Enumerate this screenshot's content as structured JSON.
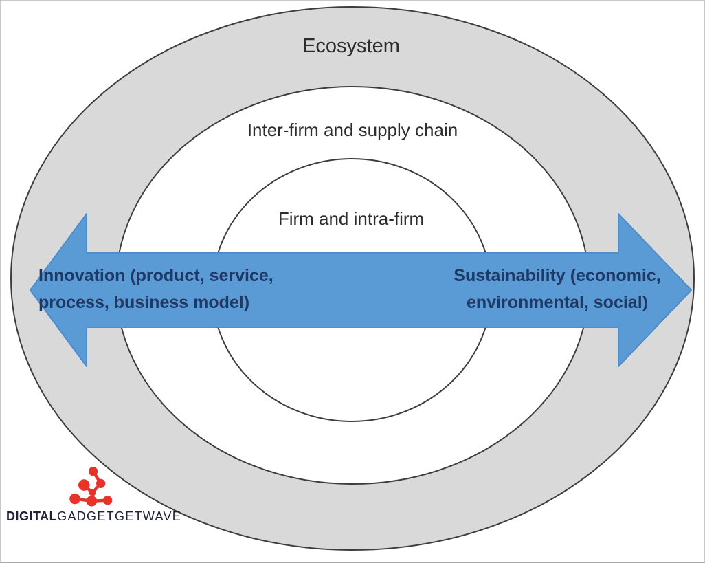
{
  "diagram": {
    "title_context": "Concentric ecosystem levels diagram",
    "rings": [
      {
        "label": "Ecosystem",
        "fill": "#d9d9d9"
      },
      {
        "label": "Inter-firm and supply chain",
        "fill": "#ffffff"
      },
      {
        "label": "Firm and intra-firm",
        "fill": "#ffffff"
      }
    ],
    "arrow": {
      "left_lines": [
        "Innovation (product, service,",
        "process, business model)"
      ],
      "right_lines": [
        "Sustainability (economic,",
        "environmental, social)"
      ],
      "fill": "#5b9bd5",
      "edge": "#4e8ccb",
      "text_color": "#1f3864"
    },
    "stroke_color": "#3d3d3d",
    "label_color": "#2d2d2d"
  },
  "logo": {
    "bold_part": "DIGITAL",
    "regular_part": "GADGETGETWAVE",
    "icon": "network-molecule-icon",
    "icon_color": "#e8332a",
    "text_color": "#20203a"
  }
}
